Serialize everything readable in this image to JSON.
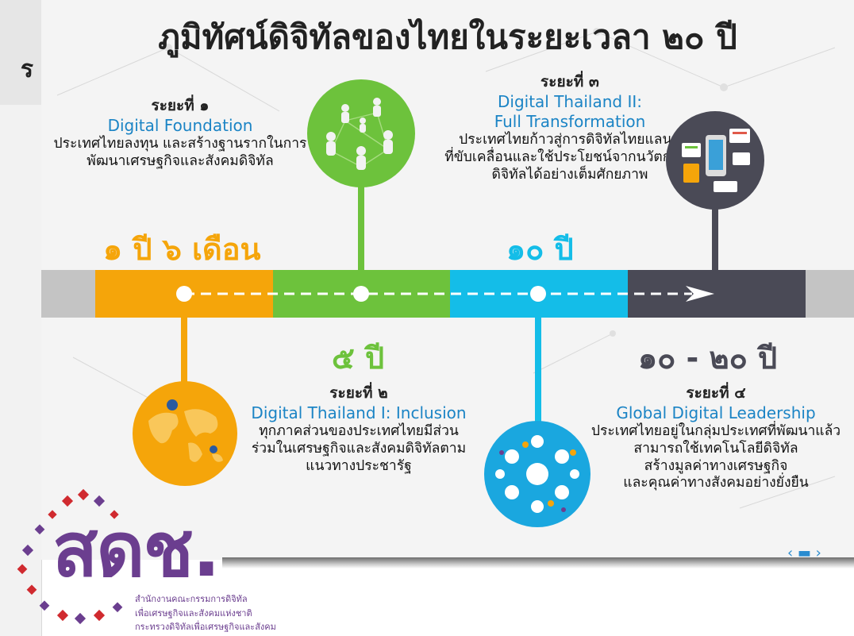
{
  "side_panel": {
    "text": "ร"
  },
  "title": "ภูมิทัศน์ดิจิทัลของไทยในระยะเวลา ๒๐ ปี",
  "phases": [
    {
      "number": "ระยะที่ ๑",
      "name": "Digital Foundation",
      "desc": [
        "ประเทศไทยลงทุน และสร้างฐานรากในการ",
        "พัฒนาเศรษฐกิจและสังคมดิจิทัล"
      ]
    },
    {
      "number": "ระยะที่ ๒",
      "name": "Digital Thailand I: Inclusion",
      "desc": [
        "ทุกภาคส่วนของประเทศไทยมีส่วน",
        "ร่วมในเศรษฐกิจและสังคมดิจิทัลตาม",
        "แนวทางประชารัฐ"
      ]
    },
    {
      "number": "ระยะที่ ๓",
      "name_lines": [
        "Digital Thailand II:",
        "Full Transformation"
      ],
      "desc": [
        "ประเทศไทยก้าวสู่การดิจิทัลไทยแลนด์",
        "ที่ขับเคลื่อนและใช้ประโยชน์จากนวัตกรรม",
        "ดิจิทัลได้อย่างเต็มศักยภาพ"
      ]
    },
    {
      "number": "ระยะที่ ๔",
      "name": "Global Digital Leadership",
      "desc": [
        "ประเทศไทยอยู่ในกลุ่มประเทศที่พัฒนาแล้ว",
        "สามารถใช้เทคโนโลยีดิจิทัล",
        "สร้างมูลค่าทางเศรษฐกิจ",
        "และคุณค่าทางสังคมอย่างยั่งยืน"
      ]
    }
  ],
  "durations": {
    "phase1": "๑ ปี ๖ เดือน",
    "phase2": "๕ ปี",
    "phase3": "๑๐ ปี",
    "phase4": "๑๐ - ๒๐ ปี"
  },
  "colors": {
    "orange": "#f5a50a",
    "green": "#6dc23c",
    "cyan": "#14bde8",
    "dark": "#4a4a56",
    "gray": "#c4c4c4",
    "name_blue": "#1b84c5",
    "logo_purple": "#6b3e8f",
    "logo_red": "#d02a2f"
  },
  "icons": [
    "world-map-icon",
    "people-network-icon",
    "app-bubbles-icon",
    "mobile-devices-icon",
    "arrow-right-icon"
  ],
  "logo": {
    "mark": "สดช.",
    "lines": [
      "สำนักงานคณะกรรมการดิจิทัล",
      "เพื่อเศรษฐกิจและสังคมแห่งชาติ",
      "กระทรวงดิจิทัลเพื่อเศรษฐกิจและสังคม"
    ]
  }
}
